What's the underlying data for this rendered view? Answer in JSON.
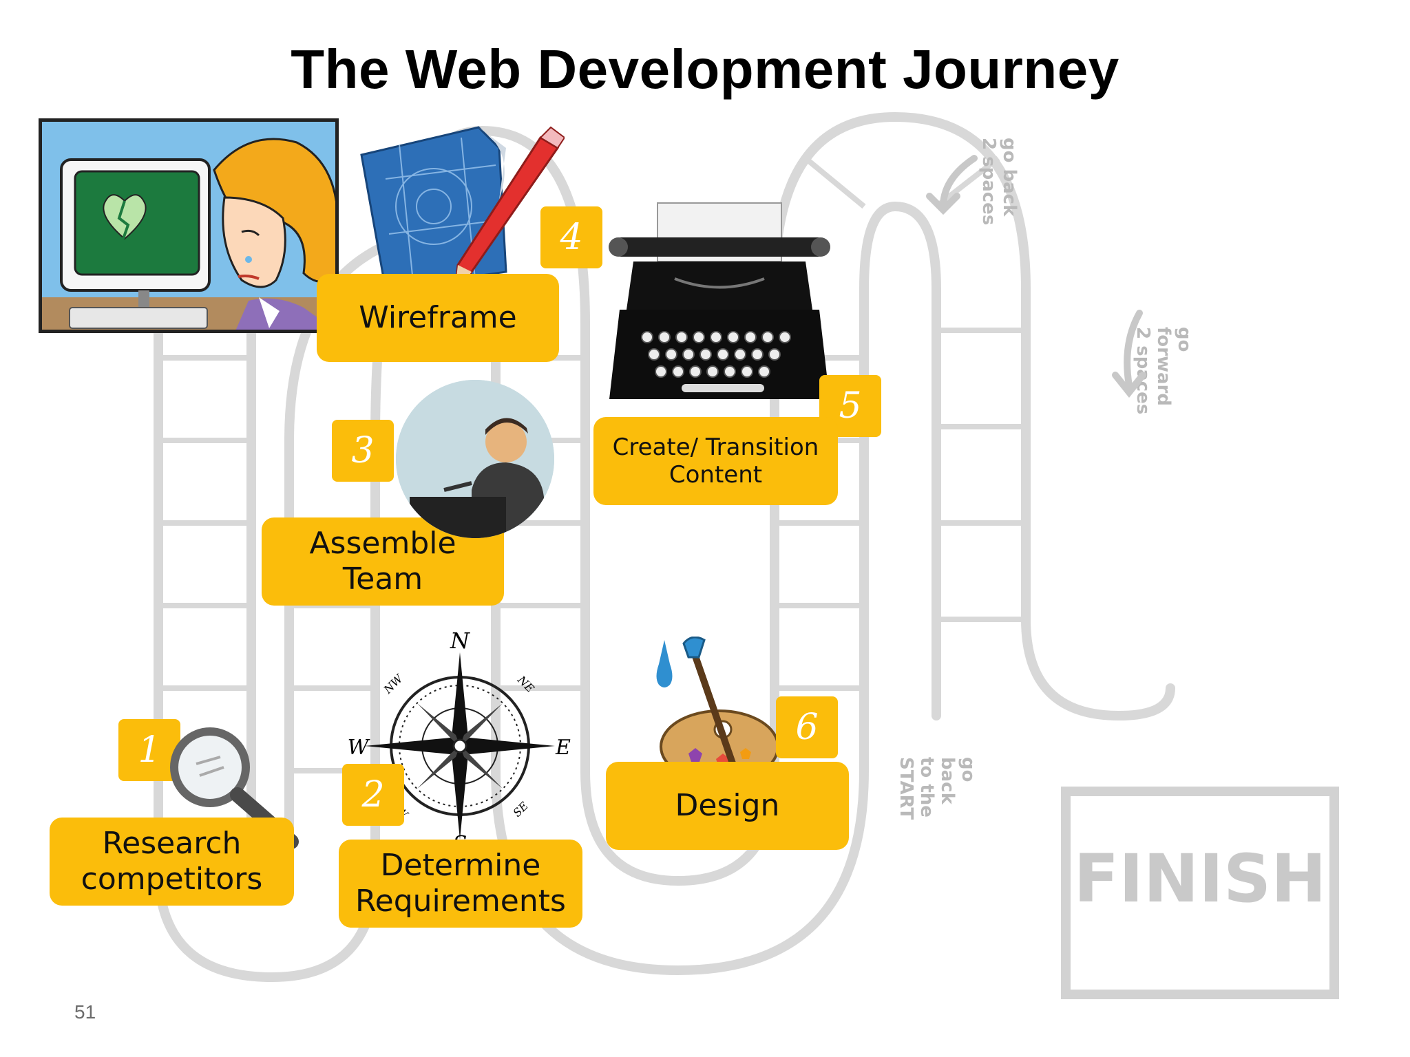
{
  "slide": {
    "title": "The Web Development Journey",
    "page_number": "51"
  },
  "steps": [
    {
      "number": "1",
      "line1": "Research",
      "line2": "competitors",
      "icon": "magnifier-icon"
    },
    {
      "number": "2",
      "line1": "Determine",
      "line2": "Requirements",
      "icon": "compass-icon"
    },
    {
      "number": "3",
      "line1": "Assemble",
      "line2": "Team",
      "icon": "person-at-desk-icon"
    },
    {
      "number": "4",
      "line1": "Wireframe",
      "line2": "",
      "icon": "blueprint-pencil-icon"
    },
    {
      "number": "5",
      "line1": "Create/ Transition",
      "line2": "Content",
      "icon": "typewriter-icon"
    },
    {
      "number": "6",
      "line1": "Design",
      "line2": "",
      "icon": "paint-palette-icon"
    }
  ],
  "board": {
    "finish": "FINISH",
    "square_go_back_2_line1": "go back",
    "square_go_back_2_line2": "2 spaces",
    "square_go_forward_2_line1": "go",
    "square_go_forward_2_line2": "forward",
    "square_go_forward_2_line3": "2 spaces",
    "square_back_start_line1": "go",
    "square_back_start_line2": "back",
    "square_back_start_line3": "to the",
    "square_back_start_line4": "START"
  },
  "compass": {
    "n": "N",
    "s": "S",
    "e": "E",
    "w": "W",
    "ne": "NE",
    "nw": "NW",
    "se": "SE",
    "sw": "SW"
  },
  "colors": {
    "accent": "#fbbd0b",
    "board_line": "#d6d6d6",
    "number_text": "#ffffff"
  }
}
